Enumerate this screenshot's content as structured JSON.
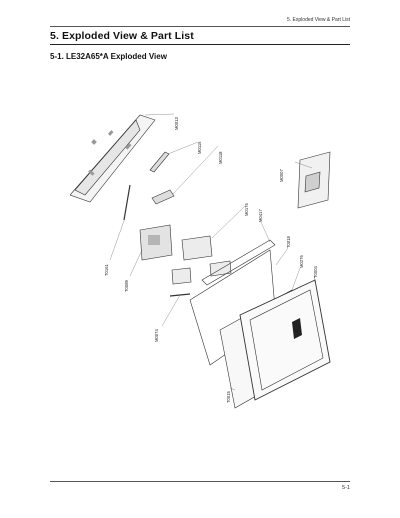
{
  "header": {
    "running_title": "5. Exploded View & Part List"
  },
  "document": {
    "chapter_title": "5. Exploded View & Part List",
    "section_title": "5-1. LE32A65*A Exploded View"
  },
  "diagram": {
    "callouts": [
      "M0013",
      "M0115",
      "M0118",
      "M0007",
      "M0176",
      "M0417",
      "T0018",
      "M0276",
      "T0004",
      "T0161",
      "T0089",
      "M0074",
      "T0015"
    ]
  },
  "footer": {
    "page_number": "5-1"
  }
}
